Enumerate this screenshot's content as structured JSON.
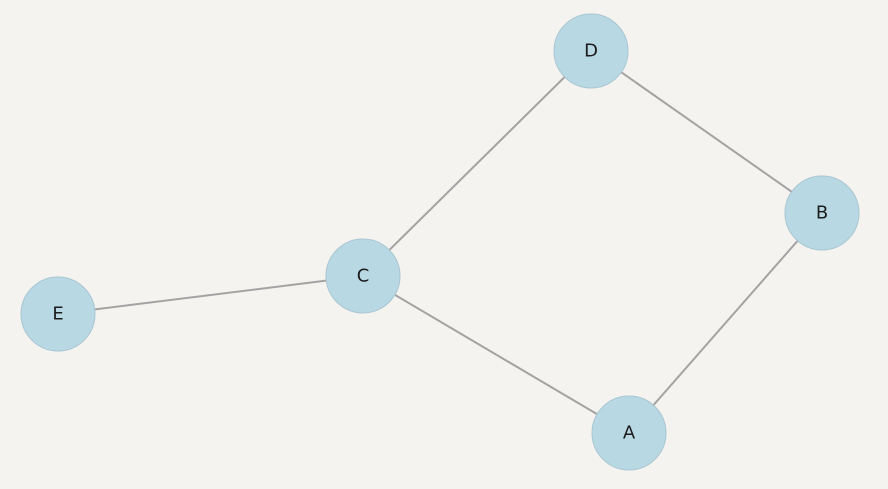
{
  "graph": {
    "node_color": "#b8d9e4",
    "edge_color": "#a3a3a3",
    "background_color": "#f4f3f0",
    "nodes": [
      {
        "id": "D",
        "label": "D"
      },
      {
        "id": "B",
        "label": "B"
      },
      {
        "id": "C",
        "label": "C"
      },
      {
        "id": "E",
        "label": "E"
      },
      {
        "id": "A",
        "label": "A"
      }
    ],
    "edges": [
      {
        "source": "D",
        "target": "B"
      },
      {
        "source": "D",
        "target": "C"
      },
      {
        "source": "C",
        "target": "E"
      },
      {
        "source": "C",
        "target": "A"
      },
      {
        "source": "A",
        "target": "B"
      }
    ]
  }
}
